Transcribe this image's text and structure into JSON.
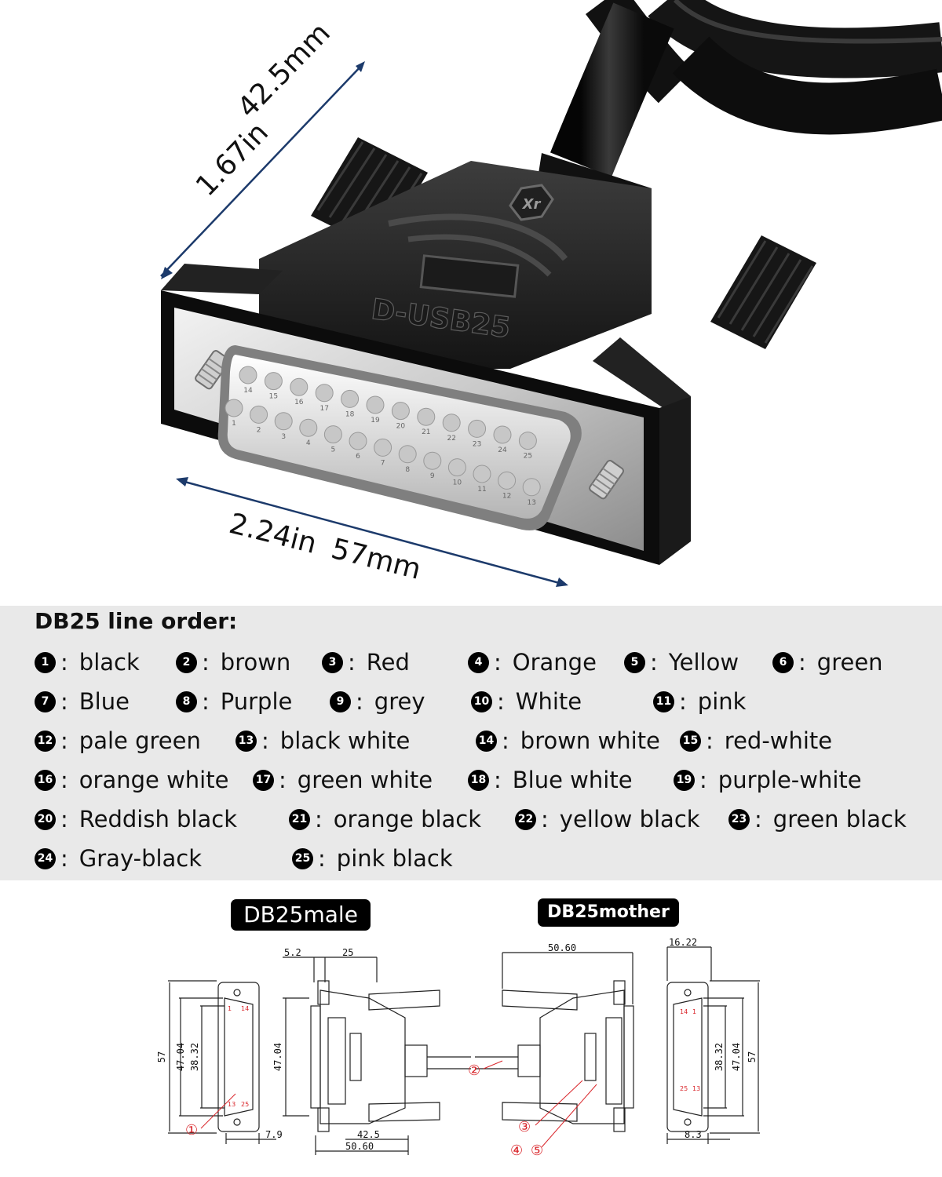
{
  "photo": {
    "brand_mark": "Xr",
    "model_label": "D-USB25",
    "dimension_height_in": "1.67in",
    "dimension_height_mm": "42.5mm",
    "dimension_width_in": "2.24in",
    "dimension_width_mm": "57mm",
    "pins_top_row": [
      "1",
      "2",
      "3",
      "4",
      "5",
      "6",
      "7",
      "8",
      "9",
      "10",
      "11",
      "12",
      "13"
    ],
    "pins_bottom_row": [
      "14",
      "15",
      "16",
      "17",
      "18",
      "19",
      "20",
      "21",
      "22",
      "23",
      "24",
      "25"
    ]
  },
  "line_order": {
    "title": "DB25 line order:",
    "separator": ":",
    "entries": [
      {
        "num": "1",
        "color": "black"
      },
      {
        "num": "2",
        "color": "brown"
      },
      {
        "num": "3",
        "color": "Red"
      },
      {
        "num": "4",
        "color": "Orange"
      },
      {
        "num": "5",
        "color": "Yellow"
      },
      {
        "num": "6",
        "color": "green"
      },
      {
        "num": "7",
        "color": "Blue"
      },
      {
        "num": "8",
        "color": "Purple"
      },
      {
        "num": "9",
        "color": "grey"
      },
      {
        "num": "10",
        "color": "White"
      },
      {
        "num": "11",
        "color": "pink"
      },
      {
        "num": "12",
        "color": "pale green"
      },
      {
        "num": "13",
        "color": "black white"
      },
      {
        "num": "14",
        "color": "brown white"
      },
      {
        "num": "15",
        "color": "red-white"
      },
      {
        "num": "16",
        "color": "orange white"
      },
      {
        "num": "17",
        "color": "green white"
      },
      {
        "num": "18",
        "color": "Blue white"
      },
      {
        "num": "19",
        "color": "purple-white"
      },
      {
        "num": "20",
        "color": "Reddish black"
      },
      {
        "num": "21",
        "color": "orange black"
      },
      {
        "num": "22",
        "color": "yellow black"
      },
      {
        "num": "23",
        "color": "green black"
      },
      {
        "num": "24",
        "color": "Gray-black"
      },
      {
        "num": "25",
        "color": "pink black"
      }
    ]
  },
  "drawings": {
    "male_label": "DB25male",
    "mother_label": "DB25mother",
    "male_front": {
      "height": "57",
      "inner1": "47.04",
      "inner2": "38.32",
      "depth": "7.9",
      "pin_a": "1",
      "pin_b": "14",
      "pin_c": "13",
      "pin_d": "25"
    },
    "male_side": {
      "flange": "5.2",
      "length": "25",
      "height": "47.04",
      "width1": "42.5",
      "width2": "50.60"
    },
    "mother_side": {
      "length": "50.60"
    },
    "mother_front": {
      "top": "16.22",
      "inner2": "38.32",
      "inner1": "47.04",
      "height": "57",
      "depth": "8.3",
      "pin_a": "14",
      "pin_b": "1",
      "pin_c": "25",
      "pin_d": "13"
    },
    "callouts": [
      "①",
      "②",
      "③",
      "④",
      "⑤"
    ]
  },
  "colors": {
    "band_bg": "#e9e9e9",
    "pill_bg": "#000000",
    "callout_red": "#d9252a",
    "dim_line": "#1c3a6b"
  }
}
